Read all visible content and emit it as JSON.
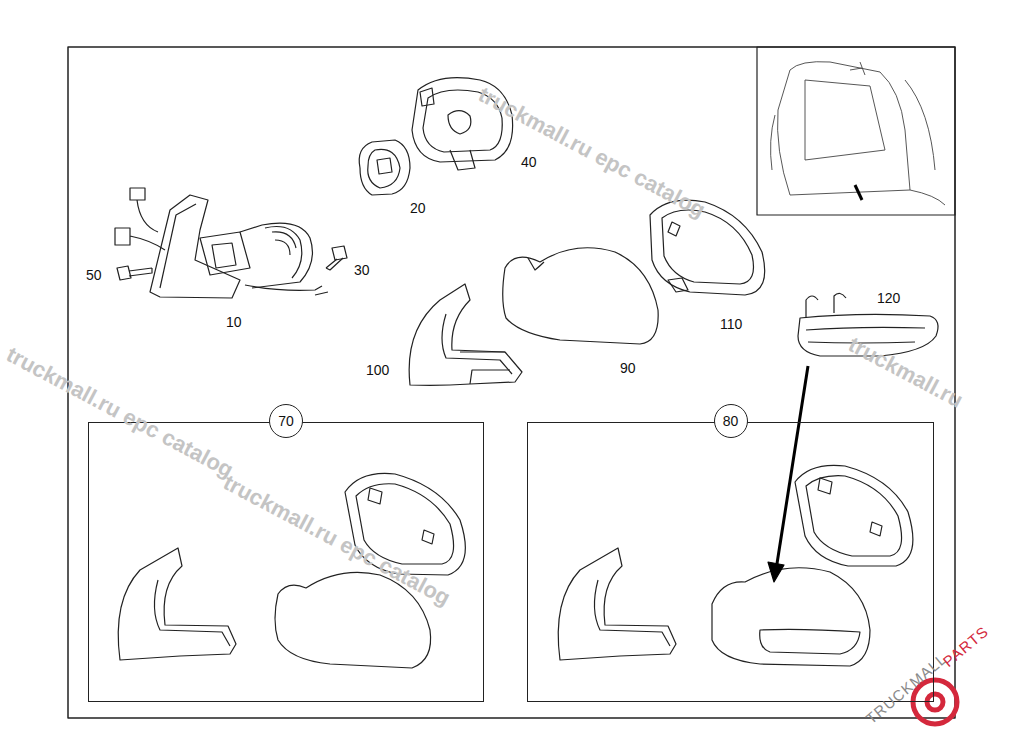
{
  "diagram": {
    "nodes": [
      {
        "text": [
          "70"
        ]
      },
      {
        "text": [
          "80"
        ]
      }
    ],
    "labels": [
      "50",
      "30",
      "10",
      "20",
      "40",
      "100",
      "90",
      "110",
      "120",
      "truckmall.ru epc catalog",
      "truckmall.ru epc catalog",
      "truckmall.ru epc catalog",
      "truckmall.ru",
      "TRUCKMALL",
      "PARTS"
    ]
  }
}
